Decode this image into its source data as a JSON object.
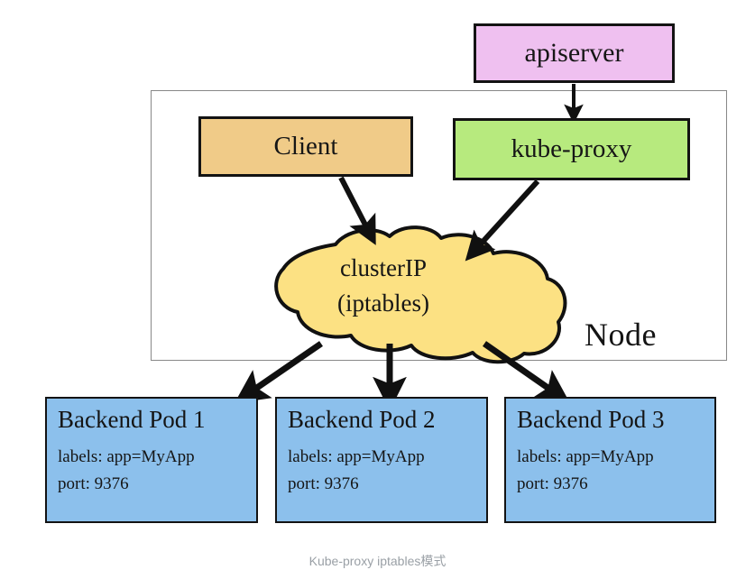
{
  "diagram": {
    "caption": "Kube-proxy iptables模式",
    "container": {
      "label": "Node"
    },
    "nodes": {
      "apiserver": {
        "label": "apiserver",
        "color": "#EFC0F0"
      },
      "client": {
        "label": "Client",
        "color": "#F0CB88"
      },
      "kube_proxy": {
        "label": "kube-proxy",
        "color": "#B7EA7E"
      },
      "cluster_ip": {
        "line1": "clusterIP",
        "line2": "(iptables)",
        "color": "#FCE183"
      }
    },
    "pods": [
      {
        "title": "Backend Pod 1",
        "labels": "labels: app=MyApp",
        "port": "port: 9376",
        "color": "#8CC0EC"
      },
      {
        "title": "Backend Pod 2",
        "labels": "labels: app=MyApp",
        "port": "port: 9376",
        "color": "#8CC0EC"
      },
      {
        "title": "Backend Pod 3",
        "labels": "labels: app=MyApp",
        "port": "port: 9376",
        "color": "#8CC0EC"
      }
    ],
    "edges": [
      {
        "name": "apiserver-to-kube-proxy",
        "from": "apiserver",
        "to": "kube_proxy"
      },
      {
        "name": "client-to-clusterip",
        "from": "client",
        "to": "cluster_ip"
      },
      {
        "name": "kube-proxy-to-clusterip",
        "from": "kube_proxy",
        "to": "cluster_ip"
      },
      {
        "name": "clusterip-to-pod-1",
        "from": "cluster_ip",
        "to": "pod_1"
      },
      {
        "name": "clusterip-to-pod-2",
        "from": "cluster_ip",
        "to": "pod_2"
      },
      {
        "name": "clusterip-to-pod-3",
        "from": "cluster_ip",
        "to": "pod_3"
      }
    ]
  }
}
